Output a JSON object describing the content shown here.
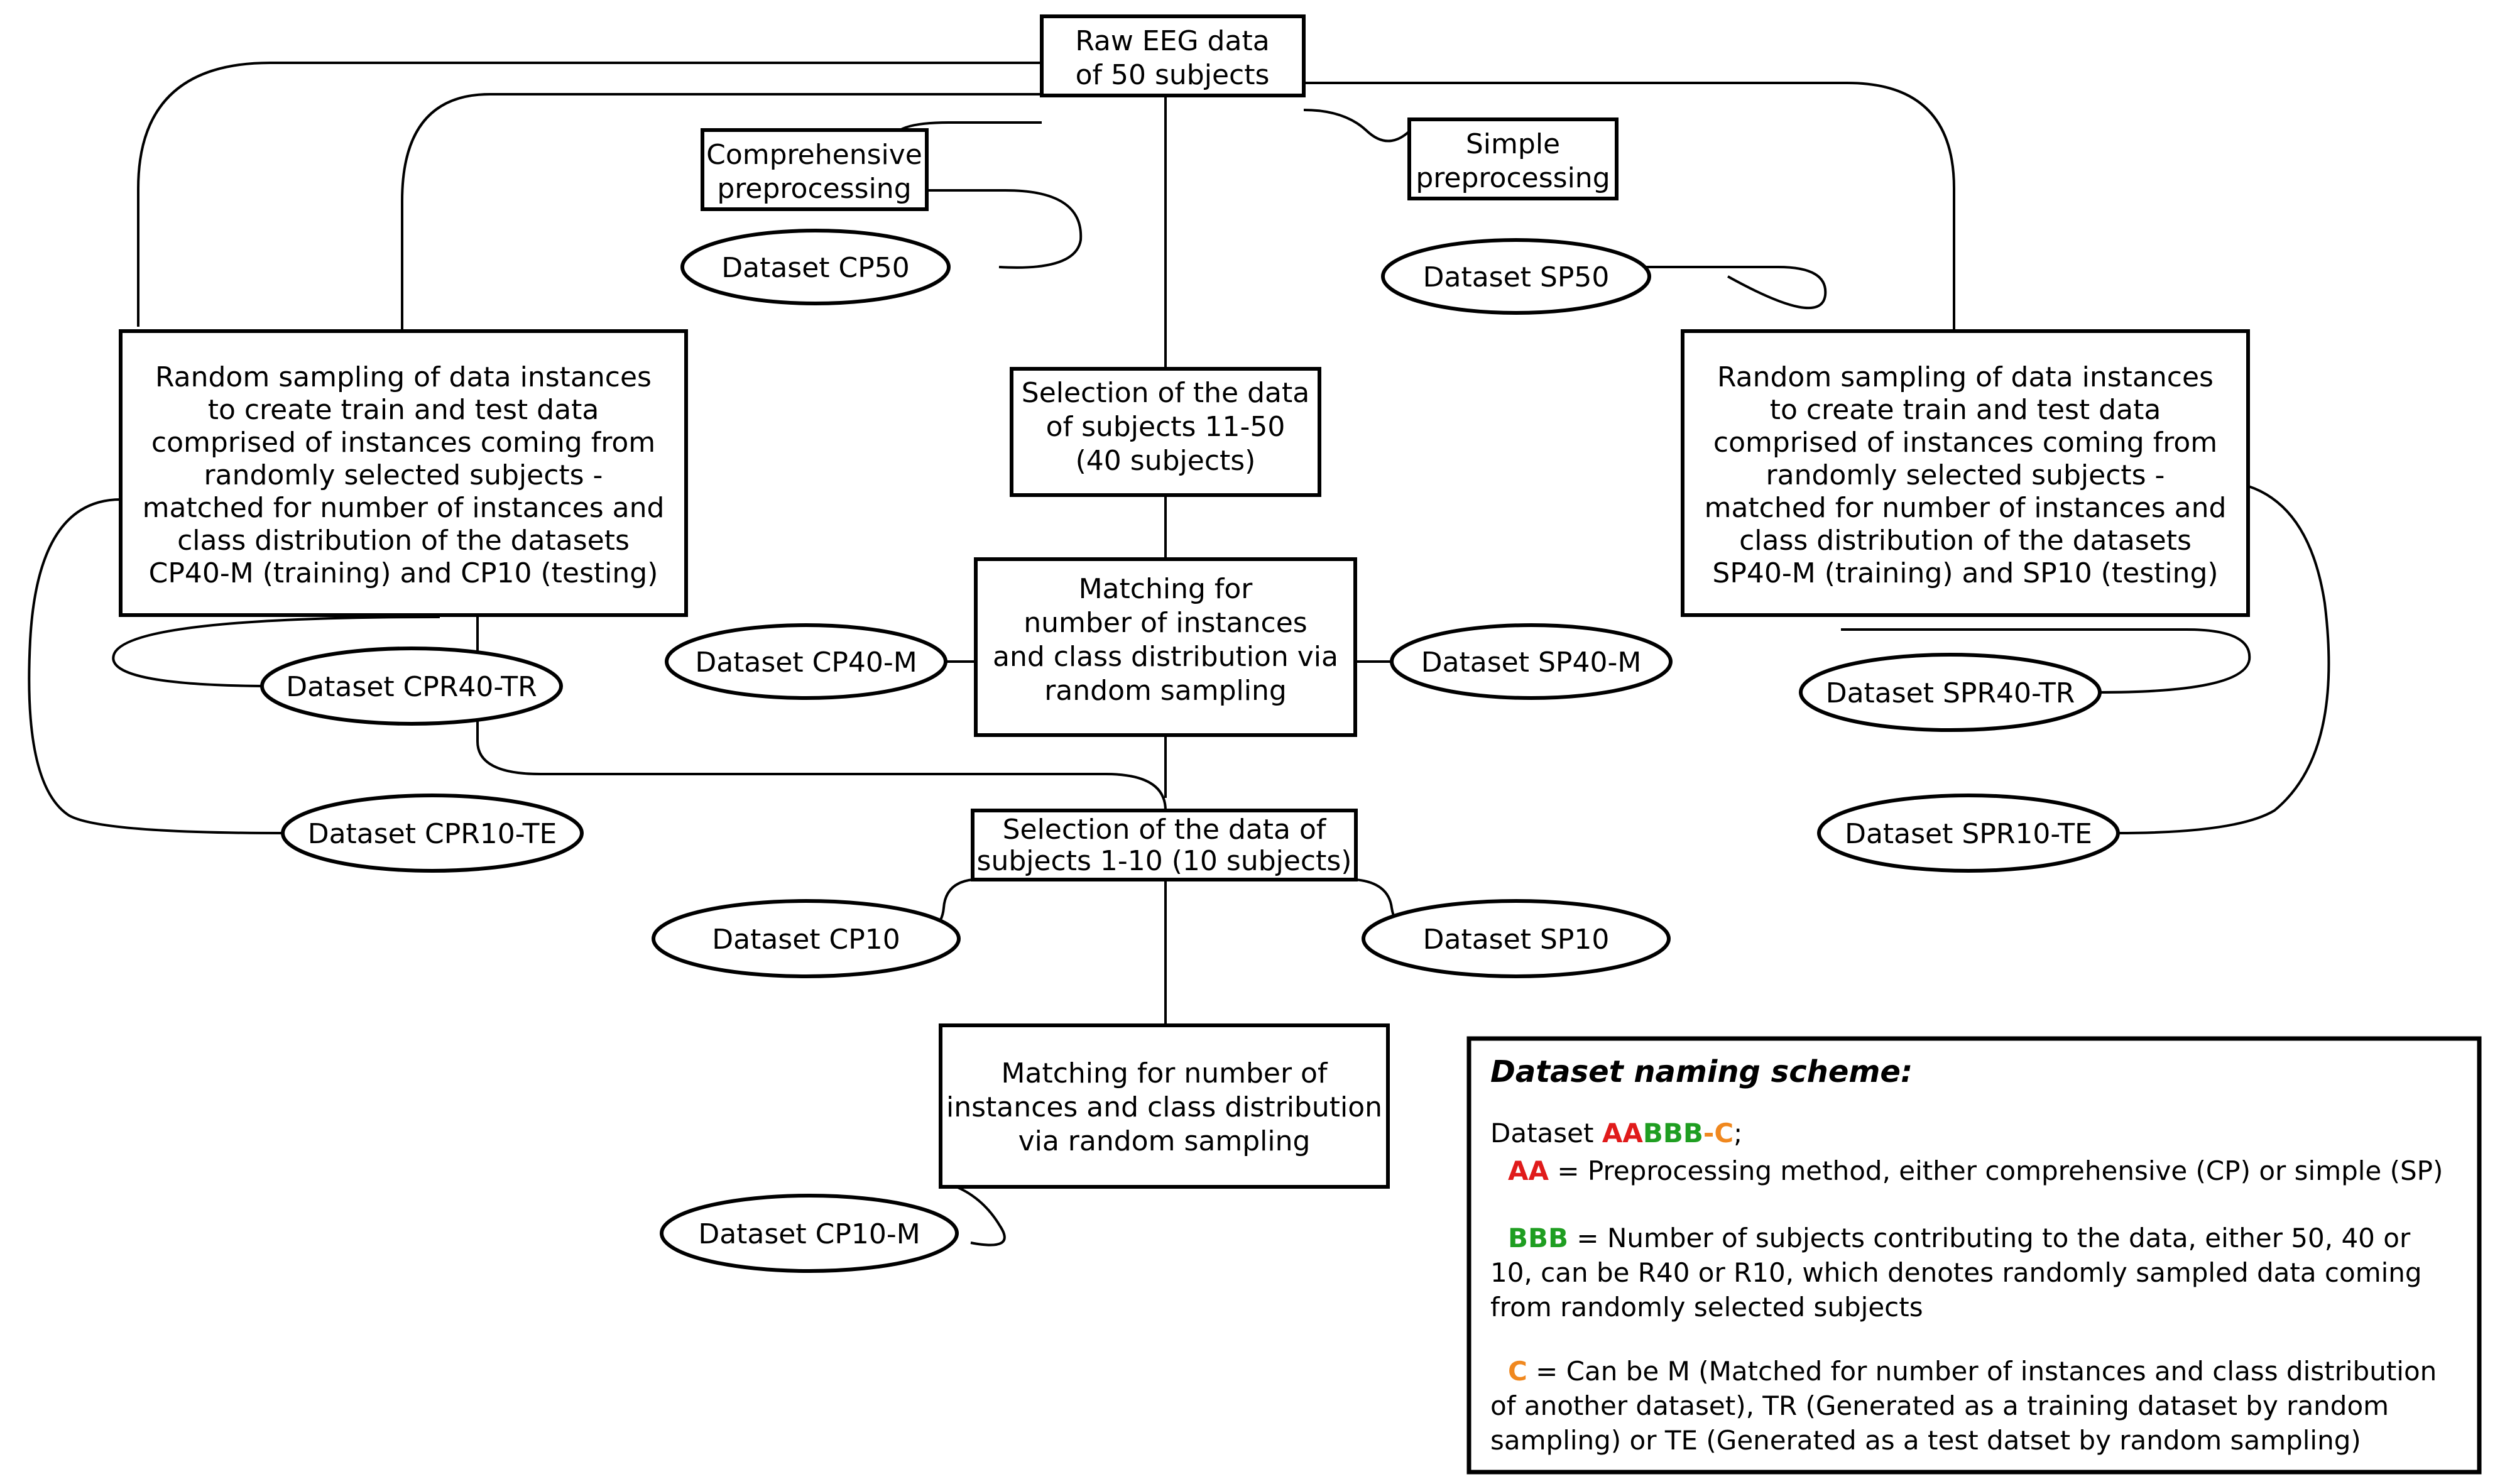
{
  "diagram": {
    "title": "EEG dataset generation flowchart",
    "nodes": {
      "raw": {
        "label_lines": [
          "Raw EEG data",
          "of 50 subjects"
        ],
        "shape": "box"
      },
      "comp_pre": {
        "label_lines": [
          "Comprehensive",
          "preprocessing"
        ],
        "shape": "box"
      },
      "simple_pre": {
        "label_lines": [
          "Simple",
          "preprocessing"
        ],
        "shape": "box"
      },
      "cp50": {
        "label": "Dataset CP50",
        "shape": "ellipse"
      },
      "sp50": {
        "label": "Dataset SP50",
        "shape": "ellipse"
      },
      "cp_random": {
        "label_lines": [
          "Random sampling of data instances",
          "to create train and test data",
          "comprised of instances coming from",
          "randomly selected subjects -",
          "matched for number of instances and",
          "class distribution of the datasets",
          "CP40-M (training) and CP10 (testing)"
        ],
        "shape": "box"
      },
      "sp_random": {
        "label_lines": [
          "Random sampling of data instances",
          "to create train and test data",
          "comprised of instances coming from",
          "randomly selected subjects -",
          "matched for number of instances and",
          "class distribution of the datasets",
          "SP40-M (training) and SP10 (testing)"
        ],
        "shape": "box"
      },
      "sel_11_50": {
        "label_lines": [
          "Selection of the data",
          "of subjects 11-50",
          "(40 subjects)"
        ],
        "shape": "box"
      },
      "match_40": {
        "label_lines": [
          "Matching for",
          "number of instances",
          "and class distribution via",
          "random sampling"
        ],
        "shape": "box"
      },
      "cpr40tr": {
        "label": "Dataset CPR40-TR",
        "shape": "ellipse"
      },
      "cp40m": {
        "label": "Dataset CP40-M",
        "shape": "ellipse"
      },
      "sp40m": {
        "label": "Dataset SP40-M",
        "shape": "ellipse"
      },
      "spr40tr": {
        "label": "Dataset SPR40-TR",
        "shape": "ellipse"
      },
      "cpr10te": {
        "label": "Dataset CPR10-TE",
        "shape": "ellipse"
      },
      "spr10te": {
        "label": "Dataset SPR10-TE",
        "shape": "ellipse"
      },
      "sel_1_10": {
        "label_lines": [
          "Selection of the data of",
          "subjects 1-10 (10 subjects)"
        ],
        "shape": "box"
      },
      "cp10": {
        "label": "Dataset CP10",
        "shape": "ellipse"
      },
      "sp10": {
        "label": "Dataset SP10",
        "shape": "ellipse"
      },
      "match_10": {
        "label_lines": [
          "Matching for number of",
          "instances and class distribution",
          "via random sampling"
        ],
        "shape": "box"
      },
      "cp10m": {
        "label": "Dataset CP10-M",
        "shape": "ellipse"
      }
    },
    "legend": {
      "title": "Dataset naming scheme:",
      "pattern_prefix": "Dataset ",
      "pattern_aa": "AA",
      "pattern_bbb": "BBB",
      "pattern_dash": "-",
      "pattern_c": "C",
      "pattern_suffix": ";",
      "aa_key": "AA",
      "aa_text": " = Preprocessing method, either comprehensive (CP) or simple (SP)",
      "bbb_key": "BBB",
      "bbb_line1": " = Number of subjects contributing to the data, either 50, 40 or",
      "bbb_line2": "10, can be R40 or R10, which denotes randomly sampled data coming",
      "bbb_line3": "from randomly selected subjects",
      "c_key": "C",
      "c_line1": " = Can be M (Matched for number of instances and class distribution",
      "c_line2": "of another dataset), TR (Generated as a training dataset by random",
      "c_line3": "sampling) or TE (Generated as a test datset by random sampling)"
    },
    "colors": {
      "aa": "#e01b1b",
      "bbb": "#1f9e21",
      "c": "#f0881f",
      "stroke": "#000000",
      "background": "#ffffff"
    }
  }
}
